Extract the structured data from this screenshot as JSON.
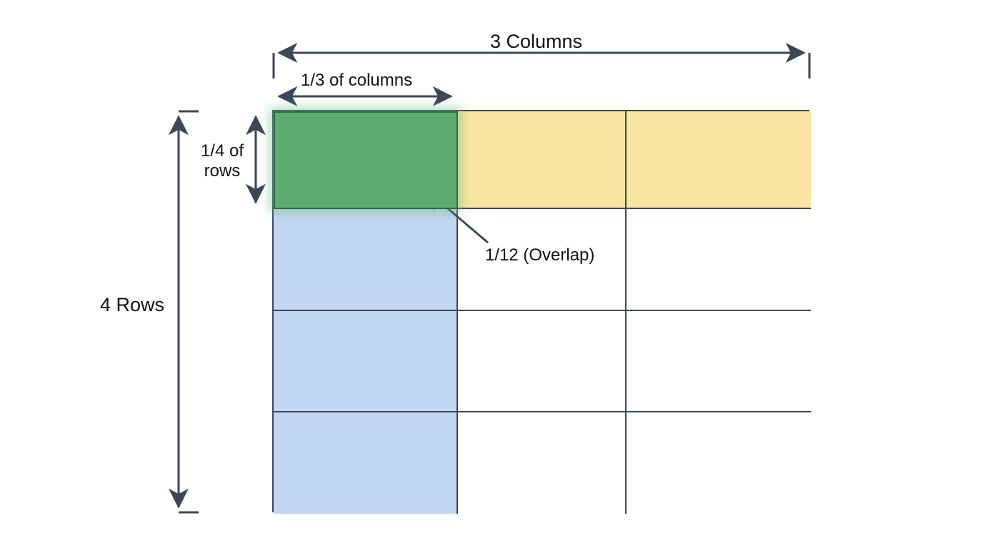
{
  "diagram": {
    "title_text": "3 Columns",
    "labels": {
      "columns_total": "3 Columns",
      "columns_fraction": "1/3 of columns",
      "rows_total": "4 Rows",
      "rows_fraction": "1/4 of\nrows",
      "overlap": "1/12 (Overlap)"
    },
    "colors": {
      "green_fill": "#5eac6f",
      "green_stroke": "#2f6b44",
      "blue_fill": "#c3d7f5",
      "yellow_fill": "#fae6a0",
      "grid_stroke": "#3d4757",
      "arrow_stroke": "#3d4757",
      "text": "#111111",
      "background": "#ffffff"
    },
    "grid": {
      "columns": 3,
      "rows": 4,
      "cells": [
        [
          {
            "id": "r1c1",
            "fill": "green",
            "role": "overlap"
          },
          {
            "id": "r1c2",
            "fill": "yellow",
            "role": "columns-highlight"
          },
          {
            "id": "r1c3",
            "fill": "yellow",
            "role": "columns-highlight"
          }
        ],
        [
          {
            "id": "r2c1",
            "fill": "blue",
            "role": "rows-highlight"
          },
          {
            "id": "r2c2",
            "fill": "white",
            "role": "empty"
          },
          {
            "id": "r2c3",
            "fill": "white",
            "role": "empty"
          }
        ],
        [
          {
            "id": "r3c1",
            "fill": "blue",
            "role": "rows-highlight"
          },
          {
            "id": "r3c2",
            "fill": "white",
            "role": "empty"
          },
          {
            "id": "r3c3",
            "fill": "white",
            "role": "empty"
          }
        ],
        [
          {
            "id": "r4c1",
            "fill": "blue",
            "role": "rows-highlight"
          },
          {
            "id": "r4c2",
            "fill": "white",
            "role": "empty"
          },
          {
            "id": "r4c3",
            "fill": "white",
            "role": "empty"
          }
        ]
      ]
    },
    "measures": {
      "columns_total_value": "3",
      "columns_fraction_value": "1/3",
      "rows_total_value": "4",
      "rows_fraction_value": "1/4",
      "overlap_value": "1/12"
    }
  }
}
